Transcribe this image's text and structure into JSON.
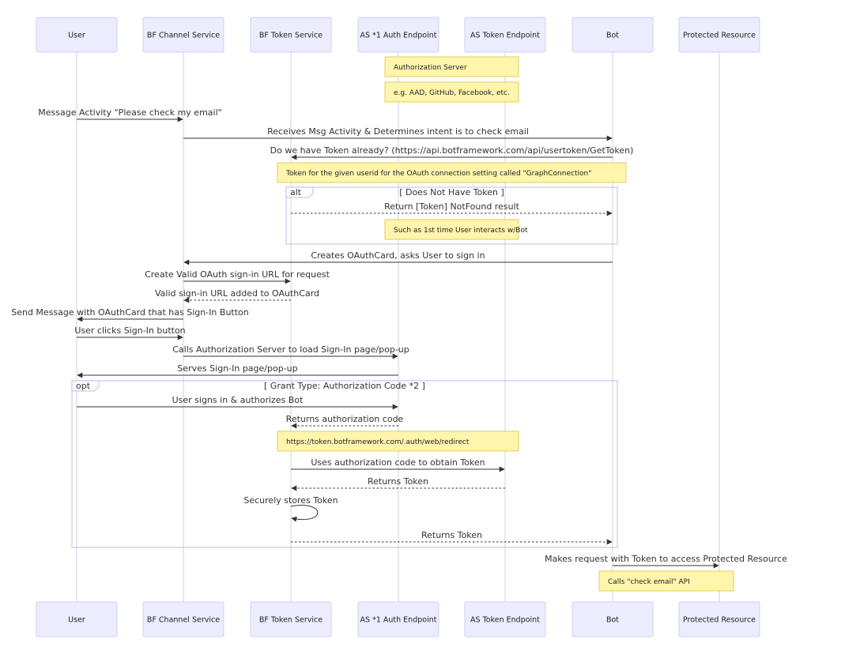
{
  "actors": [
    {
      "id": "user",
      "label": "User"
    },
    {
      "id": "channel",
      "label": "BF Channel Service"
    },
    {
      "id": "tokensvc",
      "label": "BF Token Service"
    },
    {
      "id": "auth",
      "label": "AS *1 Auth Endpoint"
    },
    {
      "id": "astoken",
      "label": "AS Token Endpoint"
    },
    {
      "id": "bot",
      "label": "Bot"
    },
    {
      "id": "resource",
      "label": "Protected Resource"
    }
  ],
  "notes": [
    {
      "id": "n1",
      "text": "Authorization Server"
    },
    {
      "id": "n2",
      "text": "e.g. AAD, GitHub, Facebook, etc."
    },
    {
      "id": "n3",
      "text": "Token for the given userid for the OAuth connection setting called \"GraphConnection\""
    },
    {
      "id": "n4",
      "text": "Such as 1st time User interacts w/Bot"
    },
    {
      "id": "n5",
      "text": "https://token.botframework.com/.auth/web/redirect"
    },
    {
      "id": "n6",
      "text": "Calls \"check email\" API"
    }
  ],
  "frames": [
    {
      "id": "alt",
      "label": "alt",
      "condition": "[ Does Not Have Token ]"
    },
    {
      "id": "opt",
      "label": "opt",
      "condition": "[ Grant Type: Authorization Code *2 ]"
    }
  ],
  "messages": [
    {
      "id": "m1",
      "text": "Message Activity \"Please check my email\"",
      "from": "user",
      "to": "channel",
      "style": "solid"
    },
    {
      "id": "m2",
      "text": "Receives Msg Activity & Determines intent is to check email",
      "from": "channel",
      "to": "bot",
      "style": "solid"
    },
    {
      "id": "m3",
      "text": "Do we have Token already? (https://api.botframework.com/api/usertoken/GetToken)",
      "from": "bot",
      "to": "tokensvc",
      "style": "solid"
    },
    {
      "id": "m4",
      "text": "Return [Token] NotFound result",
      "from": "tokensvc",
      "to": "bot",
      "style": "dotted"
    },
    {
      "id": "m5",
      "text": "Creates OAuthCard, asks User to sign in",
      "from": "bot",
      "to": "channel",
      "style": "solid"
    },
    {
      "id": "m6",
      "text": "Create Valid OAuth sign-in URL for request",
      "from": "channel",
      "to": "tokensvc",
      "style": "solid"
    },
    {
      "id": "m7",
      "text": "Valid sign-in URL added to OAuthCard",
      "from": "tokensvc",
      "to": "channel",
      "style": "dotted"
    },
    {
      "id": "m8",
      "text": "Send Message with OAuthCard that has Sign-In Button",
      "from": "channel",
      "to": "user",
      "style": "solid"
    },
    {
      "id": "m9",
      "text": "User clicks Sign-In button",
      "from": "user",
      "to": "channel",
      "style": "solid"
    },
    {
      "id": "m10",
      "text": "Calls Authorization Server to load Sign-In page/pop-up",
      "from": "channel",
      "to": "auth",
      "style": "solid"
    },
    {
      "id": "m11",
      "text": "Serves Sign-In page/pop-up",
      "from": "auth",
      "to": "user",
      "style": "solid"
    },
    {
      "id": "m12",
      "text": "User signs in & authorizes Bot",
      "from": "user",
      "to": "auth",
      "style": "solid"
    },
    {
      "id": "m13",
      "text": "Returns authorization code",
      "from": "auth",
      "to": "tokensvc",
      "style": "dotted"
    },
    {
      "id": "m14",
      "text": "Uses authorization code to obtain Token",
      "from": "tokensvc",
      "to": "astoken",
      "style": "solid"
    },
    {
      "id": "m15",
      "text": "Returns Token",
      "from": "astoken",
      "to": "tokensvc",
      "style": "dotted"
    },
    {
      "id": "m16",
      "text": "Securely stores Token",
      "from": "tokensvc",
      "to": "tokensvc",
      "style": "solid"
    },
    {
      "id": "m17",
      "text": "Returns Token",
      "from": "tokensvc",
      "to": "bot",
      "style": "dotted"
    },
    {
      "id": "m18",
      "text": "Makes request with Token to access Protected Resource",
      "from": "bot",
      "to": "resource",
      "style": "solid"
    }
  ]
}
